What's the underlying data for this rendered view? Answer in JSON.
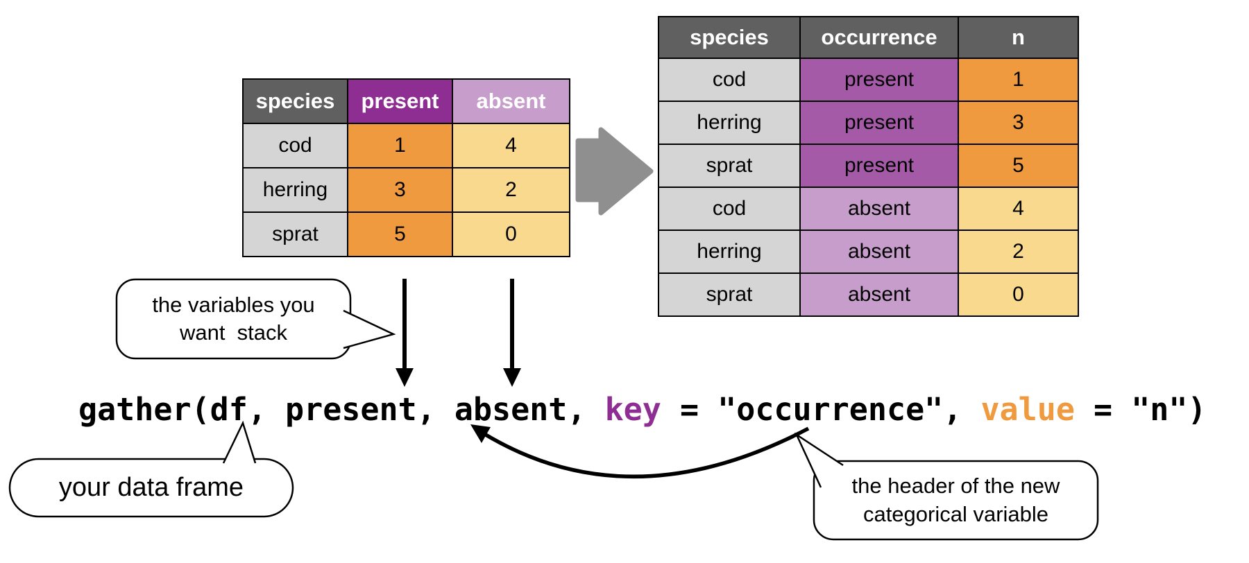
{
  "left_table": {
    "headers": [
      "species",
      "present",
      "absent"
    ],
    "rows": [
      {
        "species": "cod",
        "present": "1",
        "absent": "4"
      },
      {
        "species": "herring",
        "present": "3",
        "absent": "2"
      },
      {
        "species": "sprat",
        "present": "5",
        "absent": "0"
      }
    ]
  },
  "right_table": {
    "headers": [
      "species",
      "occurrence",
      "n"
    ],
    "rows": [
      {
        "species": "cod",
        "occurrence": "present",
        "n": "1"
      },
      {
        "species": "herring",
        "occurrence": "present",
        "n": "3"
      },
      {
        "species": "sprat",
        "occurrence": "present",
        "n": "5"
      },
      {
        "species": "cod",
        "occurrence": "absent",
        "n": "4"
      },
      {
        "species": "herring",
        "occurrence": "absent",
        "n": "2"
      },
      {
        "species": "sprat",
        "occurrence": "absent",
        "n": "0"
      }
    ]
  },
  "code": {
    "part1": "gather(df, present, absent, ",
    "key_token": "key",
    "part2": " = \"occurrence\", ",
    "value_token": "value",
    "part3": " = \"n\")"
  },
  "bubbles": {
    "variables": {
      "line1": "the variables you",
      "line2": "want  stack"
    },
    "dataframe": {
      "text": "your data frame"
    },
    "new_header": {
      "line1": "the header of the new",
      "line2": "categorical variable"
    }
  },
  "icons": {
    "transform_arrow": "right-arrow-icon",
    "column_arrows": "down-arrow-icon",
    "key_link": "curved-arrow-icon"
  },
  "colors": {
    "header_gray": "#606060",
    "cell_gray": "#d5d5d5",
    "deep_purple": "#8e2d92",
    "mid_purple": "#a55aa8",
    "light_purple": "#c69dcb",
    "orange": "#ef9a3e",
    "light_yellow": "#f8d98d",
    "arrow_gray": "#8f8f8f",
    "code_black": "#000000",
    "code_key": "#8e2d92",
    "code_value": "#ef9a3e"
  }
}
